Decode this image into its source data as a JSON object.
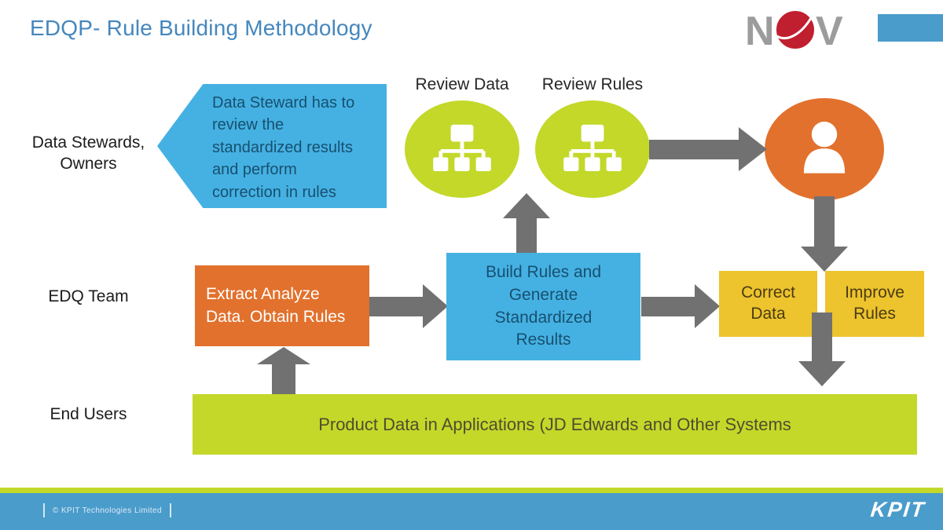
{
  "header": {
    "title": "EDQP- Rule Building Methodology",
    "nov_logo": {
      "letter_n": "N",
      "letter_v": "V"
    }
  },
  "lanes": {
    "data_stewards": "Data Stewards,\nOwners",
    "edq_team": "EDQ Team",
    "end_users": "End Users"
  },
  "callout": {
    "text": "Data Steward has to\nreview the\nstandardized results\nand perform\ncorrection in rules"
  },
  "nodes": {
    "review_data_label": "Review Data",
    "review_rules_label": "Review Rules",
    "extract": "Extract Analyze\nData. Obtain Rules",
    "build": "Build Rules and\nGenerate\nStandardized\nResults",
    "correct": "Correct\nData",
    "improve": "Improve\nRules",
    "product": "Product Data in Applications (JD Edwards and Other Systems"
  },
  "footer": {
    "copyright": "© KPIT Technologies Limited",
    "kpit_logo": "KPIT"
  },
  "colors": {
    "title_blue": "#4587bd",
    "sky_blue": "#45b1e3",
    "navy_text": "#17506f",
    "lime_green": "#c3d829",
    "orange": "#e2712d",
    "yellow": "#edc32e",
    "arrow_gray": "#717171",
    "footer_blue": "#4a9ccb",
    "nov_red": "#c01f2f",
    "nov_gray": "#9c9c9c"
  }
}
